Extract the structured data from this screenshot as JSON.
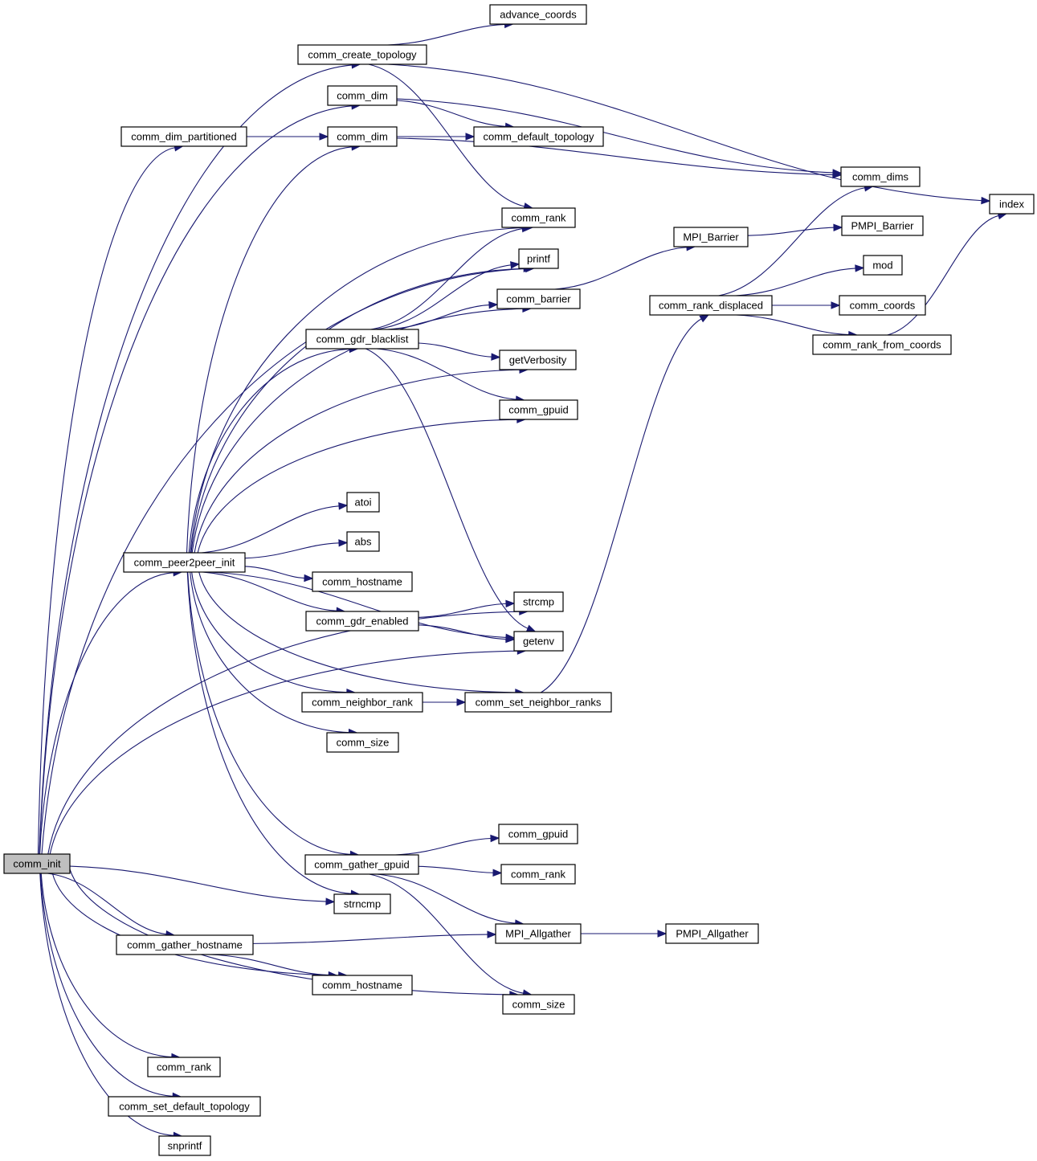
{
  "title": "comm_init call graph",
  "colors": {
    "edge": "#191970",
    "root_fill": "#bfbfbf",
    "node_fill": "#ffffff",
    "border": "#000000"
  },
  "nodes": {
    "comm_init": "comm_init",
    "comm_create_topology": "comm_create_topology",
    "advance_coords": "advance_coords",
    "comm_dim_a": "comm_dim",
    "comm_dim_partitioned": "comm_dim_partitioned",
    "comm_dim_b": "comm_dim",
    "comm_default_topology": "comm_default_topology",
    "comm_dims": "comm_dims",
    "index": "index",
    "comm_rank_a": "comm_rank",
    "printf": "printf",
    "MPI_Barrier": "MPI_Barrier",
    "PMPI_Barrier": "PMPI_Barrier",
    "comm_barrier": "comm_barrier",
    "mod": "mod",
    "comm_rank_displaced": "comm_rank_displaced",
    "comm_coords": "comm_coords",
    "comm_rank_from_coords": "comm_rank_from_coords",
    "comm_gdr_blacklist": "comm_gdr_blacklist",
    "getVerbosity": "getVerbosity",
    "comm_gpuid_a": "comm_gpuid",
    "atoi": "atoi",
    "abs": "abs",
    "comm_peer2peer_init": "comm_peer2peer_init",
    "comm_hostname_a": "comm_hostname",
    "comm_gdr_enabled": "comm_gdr_enabled",
    "strcmp": "strcmp",
    "getenv": "getenv",
    "comm_neighbor_rank": "comm_neighbor_rank",
    "comm_set_neighbor_ranks": "comm_set_neighbor_ranks",
    "comm_size_a": "comm_size",
    "comm_gpuid_b": "comm_gpuid",
    "comm_gather_gpuid": "comm_gather_gpuid",
    "comm_rank_b": "comm_rank",
    "strncmp": "strncmp",
    "MPI_Allgather": "MPI_Allgather",
    "PMPI_Allgather": "PMPI_Allgather",
    "comm_gather_hostname": "comm_gather_hostname",
    "comm_hostname_b": "comm_hostname",
    "comm_size_b": "comm_size",
    "comm_rank_c": "comm_rank",
    "comm_set_default_topology": "comm_set_default_topology",
    "snprintf": "snprintf"
  },
  "edges": [
    [
      "comm_init",
      "comm_create_topology"
    ],
    [
      "comm_init",
      "comm_dim_a"
    ],
    [
      "comm_init",
      "comm_dim_partitioned"
    ],
    [
      "comm_init",
      "printf"
    ],
    [
      "comm_init",
      "strcmp"
    ],
    [
      "comm_init",
      "comm_peer2peer_init"
    ],
    [
      "comm_init",
      "getenv"
    ],
    [
      "comm_init",
      "strncmp"
    ],
    [
      "comm_init",
      "comm_gather_hostname"
    ],
    [
      "comm_init",
      "comm_hostname_b"
    ],
    [
      "comm_init",
      "comm_size_b"
    ],
    [
      "comm_init",
      "comm_rank_c"
    ],
    [
      "comm_init",
      "comm_set_default_topology"
    ],
    [
      "comm_init",
      "snprintf"
    ],
    [
      "comm_create_topology",
      "advance_coords"
    ],
    [
      "comm_create_topology",
      "index"
    ],
    [
      "comm_create_topology",
      "comm_rank_a"
    ],
    [
      "comm_dim_a",
      "comm_default_topology"
    ],
    [
      "comm_dim_a",
      "comm_dims"
    ],
    [
      "comm_dim_partitioned",
      "comm_dim_b"
    ],
    [
      "comm_dim_b",
      "comm_default_topology"
    ],
    [
      "comm_dim_b",
      "comm_dims"
    ],
    [
      "comm_peer2peer_init",
      "comm_dim_b"
    ],
    [
      "comm_peer2peer_init",
      "comm_rank_a"
    ],
    [
      "comm_peer2peer_init",
      "printf"
    ],
    [
      "comm_peer2peer_init",
      "comm_barrier"
    ],
    [
      "comm_peer2peer_init",
      "comm_gdr_blacklist"
    ],
    [
      "comm_peer2peer_init",
      "getVerbosity"
    ],
    [
      "comm_peer2peer_init",
      "comm_gpuid_a"
    ],
    [
      "comm_peer2peer_init",
      "atoi"
    ],
    [
      "comm_peer2peer_init",
      "abs"
    ],
    [
      "comm_peer2peer_init",
      "comm_hostname_a"
    ],
    [
      "comm_peer2peer_init",
      "comm_gdr_enabled"
    ],
    [
      "comm_peer2peer_init",
      "getenv"
    ],
    [
      "comm_peer2peer_init",
      "comm_neighbor_rank"
    ],
    [
      "comm_peer2peer_init",
      "comm_size_a"
    ],
    [
      "comm_peer2peer_init",
      "comm_set_neighbor_ranks"
    ],
    [
      "comm_peer2peer_init",
      "comm_gather_gpuid"
    ],
    [
      "comm_peer2peer_init",
      "strncmp"
    ],
    [
      "comm_gdr_blacklist",
      "comm_rank_a"
    ],
    [
      "comm_gdr_blacklist",
      "printf"
    ],
    [
      "comm_gdr_blacklist",
      "comm_barrier"
    ],
    [
      "comm_gdr_blacklist",
      "getVerbosity"
    ],
    [
      "comm_gdr_blacklist",
      "comm_gpuid_a"
    ],
    [
      "comm_gdr_blacklist",
      "getenv"
    ],
    [
      "comm_barrier",
      "MPI_Barrier"
    ],
    [
      "MPI_Barrier",
      "PMPI_Barrier"
    ],
    [
      "comm_gdr_enabled",
      "strcmp"
    ],
    [
      "comm_gdr_enabled",
      "getenv"
    ],
    [
      "comm_neighbor_rank",
      "comm_set_neighbor_ranks"
    ],
    [
      "comm_set_neighbor_ranks",
      "comm_rank_displaced"
    ],
    [
      "comm_rank_displaced",
      "comm_dims"
    ],
    [
      "comm_rank_displaced",
      "mod"
    ],
    [
      "comm_rank_displaced",
      "comm_coords"
    ],
    [
      "comm_rank_displaced",
      "comm_rank_from_coords"
    ],
    [
      "comm_rank_from_coords",
      "index"
    ],
    [
      "comm_gather_gpuid",
      "comm_gpuid_b"
    ],
    [
      "comm_gather_gpuid",
      "comm_rank_b"
    ],
    [
      "comm_gather_gpuid",
      "MPI_Allgather"
    ],
    [
      "comm_gather_gpuid",
      "comm_size_b"
    ],
    [
      "comm_gather_hostname",
      "MPI_Allgather"
    ],
    [
      "comm_gather_hostname",
      "comm_hostname_b"
    ],
    [
      "MPI_Allgather",
      "PMPI_Allgather"
    ]
  ]
}
